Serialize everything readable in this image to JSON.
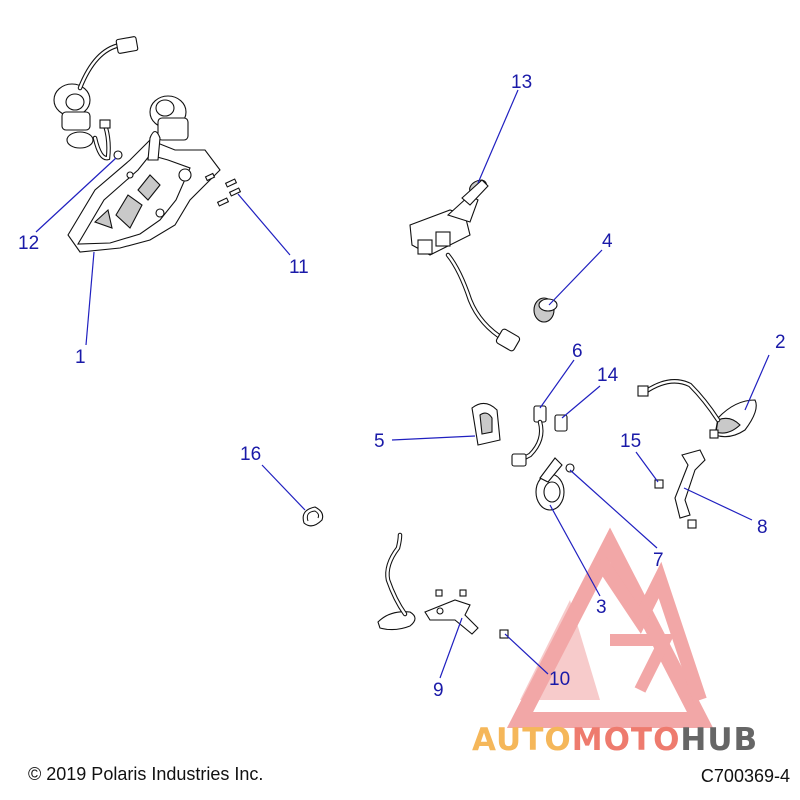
{
  "callouts": [
    "1",
    "2",
    "3",
    "4",
    "5",
    "6",
    "7",
    "8",
    "9",
    "10",
    "11",
    "12",
    "13",
    "14",
    "15",
    "16"
  ],
  "copyright": "© 2019 Polaris Industries Inc.",
  "diagram_code": "C700369-4",
  "watermark": {
    "word_auto": "AUTO",
    "word_moto": "MOTO",
    "word_hub": "HUB",
    "color_logo": "#e86060",
    "color_auto": "#f5b75a",
    "color_moto": "#ee7b6e",
    "color_hub": "#666666"
  }
}
